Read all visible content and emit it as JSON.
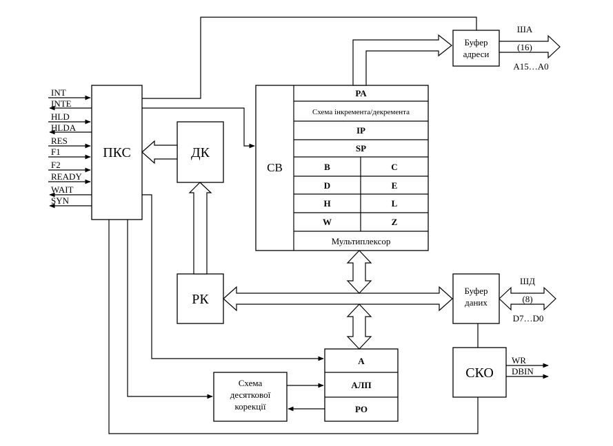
{
  "blocks": {
    "pks": "ПКС",
    "dk": "ДК",
    "rk": "РК",
    "sv": "СВ",
    "sko": "СКО",
    "addr_buffer": [
      "Буфер",
      "адреси"
    ],
    "data_buffer": [
      "Буфер",
      "даних"
    ],
    "decimal_correction": [
      "Схема",
      "десяткової",
      "корекції"
    ]
  },
  "registers": {
    "pa": "PA",
    "incdec": "Схема інкремента/декремента",
    "ip": "IP",
    "sp": "SP",
    "pairs": [
      [
        "B",
        "C"
      ],
      [
        "D",
        "E"
      ],
      [
        "H",
        "L"
      ],
      [
        "W",
        "Z"
      ]
    ],
    "mux": "Мультиплексор"
  },
  "alu": {
    "a": "A",
    "alp": "АЛП",
    "ro": "РО"
  },
  "control_signals": [
    "INT",
    "INTE",
    "HLD",
    "HLDA",
    "RES",
    "F1",
    "F2",
    "READY",
    "WAIT",
    "SYN"
  ],
  "address_bus": {
    "name": "ША",
    "width": "(16)",
    "lines": "A15…A0"
  },
  "data_bus": {
    "name": "ШД",
    "width": "(8)",
    "lines": "D7…D0"
  },
  "sko_outputs": [
    "WR",
    "DBIN"
  ]
}
